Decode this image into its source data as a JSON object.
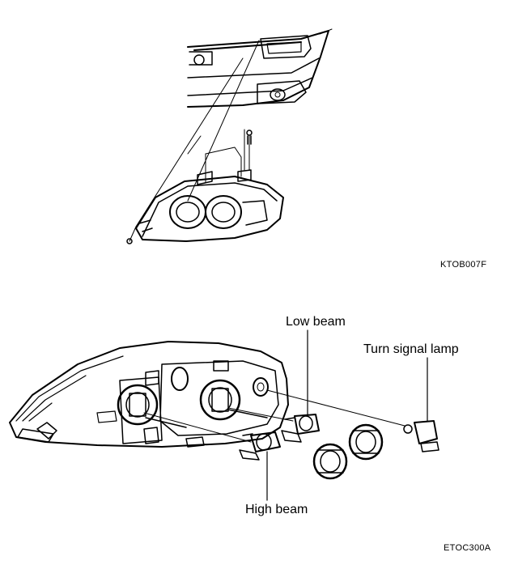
{
  "figure_codes": {
    "top": "KTOB007F",
    "bottom": "ETOC300A"
  },
  "callouts": {
    "low_beam": "Low beam",
    "turn_signal_lamp": "Turn signal lamp",
    "high_beam": "High beam"
  }
}
